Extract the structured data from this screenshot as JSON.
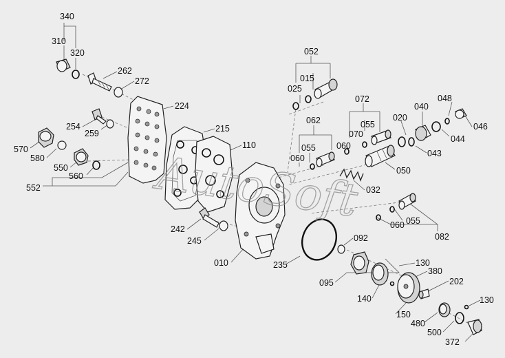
{
  "watermark": "AutoSoft",
  "labels": [
    {
      "id": "l340a",
      "text": "340"
    },
    {
      "id": "l310",
      "text": "310"
    },
    {
      "id": "l320",
      "text": "320"
    },
    {
      "id": "l262",
      "text": "262"
    },
    {
      "id": "l272",
      "text": "272"
    },
    {
      "id": "l224",
      "text": "224"
    },
    {
      "id": "l254",
      "text": "254"
    },
    {
      "id": "l259",
      "text": "259"
    },
    {
      "id": "l215",
      "text": "215"
    },
    {
      "id": "l110",
      "text": "110"
    },
    {
      "id": "l570",
      "text": "570"
    },
    {
      "id": "l580",
      "text": "580"
    },
    {
      "id": "l550",
      "text": "550"
    },
    {
      "id": "l560",
      "text": "560"
    },
    {
      "id": "l552",
      "text": "552"
    },
    {
      "id": "l242",
      "text": "242"
    },
    {
      "id": "l245",
      "text": "245"
    },
    {
      "id": "l010",
      "text": "010"
    },
    {
      "id": "l235",
      "text": "235"
    },
    {
      "id": "l052",
      "text": "052"
    },
    {
      "id": "l015",
      "text": "015"
    },
    {
      "id": "l025",
      "text": "025"
    },
    {
      "id": "l062",
      "text": "062"
    },
    {
      "id": "l055a",
      "text": "055"
    },
    {
      "id": "l060a",
      "text": "060"
    },
    {
      "id": "l072",
      "text": "072"
    },
    {
      "id": "l070",
      "text": "070"
    },
    {
      "id": "l055b",
      "text": "055"
    },
    {
      "id": "l060b",
      "text": "060"
    },
    {
      "id": "l020",
      "text": "020"
    },
    {
      "id": "l040",
      "text": "040"
    },
    {
      "id": "l048",
      "text": "048"
    },
    {
      "id": "l046",
      "text": "046"
    },
    {
      "id": "l044",
      "text": "044"
    },
    {
      "id": "l043",
      "text": "043"
    },
    {
      "id": "l050",
      "text": "050"
    },
    {
      "id": "l032",
      "text": "032"
    },
    {
      "id": "l060c",
      "text": "060"
    },
    {
      "id": "l055c",
      "text": "055"
    },
    {
      "id": "l082",
      "text": "082"
    },
    {
      "id": "l092",
      "text": "092"
    },
    {
      "id": "l095",
      "text": "095"
    },
    {
      "id": "l130a",
      "text": "130"
    },
    {
      "id": "l380",
      "text": "380"
    },
    {
      "id": "l202",
      "text": "202"
    },
    {
      "id": "l140",
      "text": "140"
    },
    {
      "id": "l150",
      "text": "150"
    },
    {
      "id": "l480",
      "text": "480"
    },
    {
      "id": "l130b",
      "text": "130"
    },
    {
      "id": "l500",
      "text": "500"
    },
    {
      "id": "l372",
      "text": "372"
    }
  ]
}
